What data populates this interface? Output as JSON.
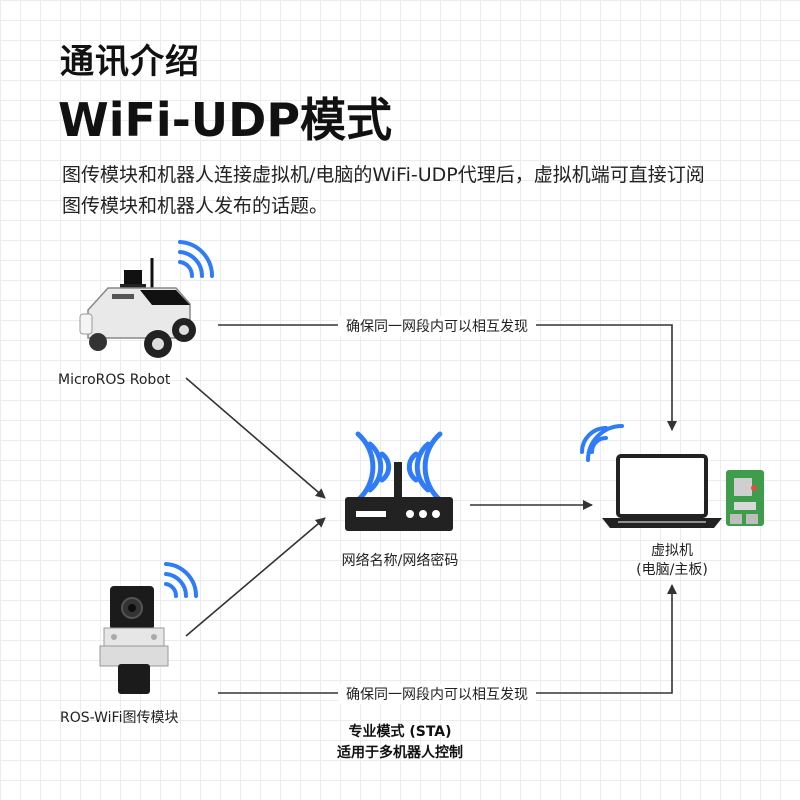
{
  "header": {
    "section_title": "通讯介绍",
    "main_title": "WiFi-UDP模式",
    "description": "图传模块和机器人连接虚拟机/电脑的WiFi-UDP代理后，虚拟机端可直接订阅图传模块和机器人发布的话题。"
  },
  "nodes": {
    "robot_label": "MicroROS Robot",
    "camera_label": "ROS-WiFi图传模块",
    "router_label": "网络名称/网络密码",
    "computer_label_line1": "虚拟机",
    "computer_label_line2": "(电脑/主板)"
  },
  "edges": {
    "top_link_label": "确保同一网段内可以相互发现",
    "bottom_link_label": "确保同一网段内可以相互发现"
  },
  "footer": {
    "mode_line": "专业模式 (STA)",
    "usage_line": "适用于多机器人控制"
  },
  "colors": {
    "wifi_blue": "#2f7cf6",
    "arrow": "#333333",
    "device_dark": "#222222"
  }
}
